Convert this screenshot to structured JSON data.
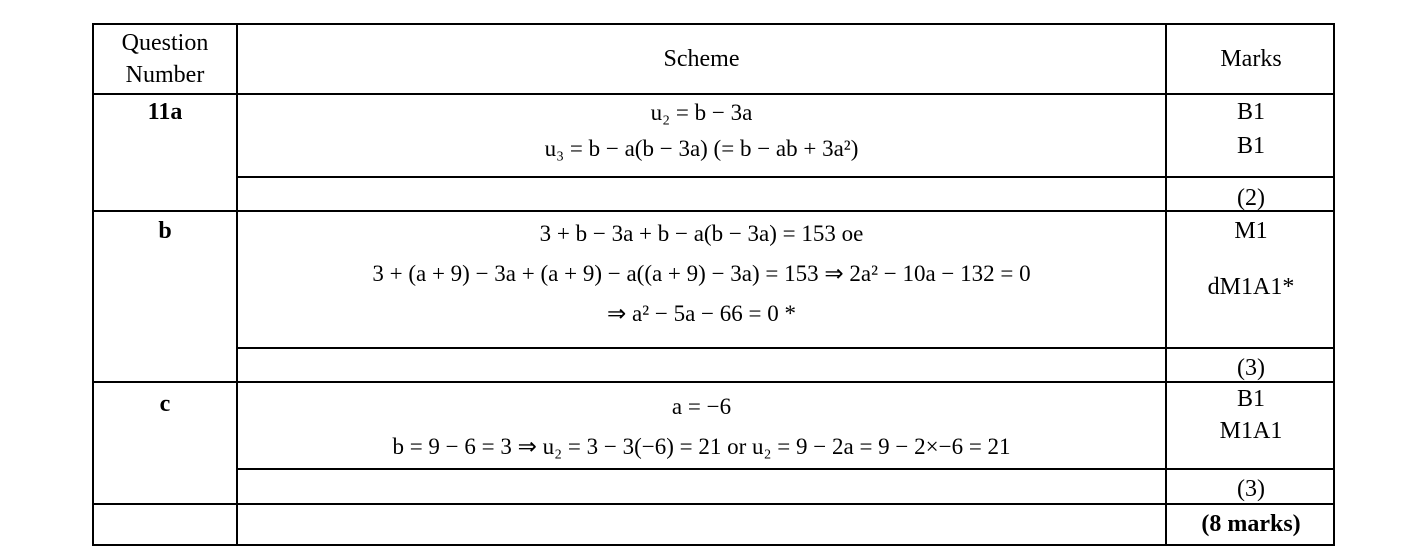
{
  "header": {
    "question_number": [
      "Question",
      "Number"
    ],
    "scheme": "Scheme",
    "marks": "Marks"
  },
  "rows": [
    {
      "question": "11a",
      "scheme": [
        "u₂ = b − 3a",
        "u₃ = b − a(b − 3a)    (= b − ab + 3a²)"
      ],
      "marks": [
        "B1",
        "B1"
      ],
      "total": "(2)"
    },
    {
      "question": "b",
      "scheme": [
        "3 + b − 3a + b − a(b − 3a) = 153  oe",
        "3 + (a + 9) − 3a + (a + 9) − a((a + 9) − 3a) = 153 ⇒ 2a² − 10a − 132 = 0",
        "⇒ a² − 5a − 66 = 0   *"
      ],
      "marks": [
        "M1",
        "dM1A1*"
      ],
      "total": "(3)"
    },
    {
      "question": "c",
      "scheme": [
        "a = −6",
        "b = 9 − 6 = 3 ⇒ u₂ = 3 − 3(−6) = 21  or  u₂ = 9 − 2a = 9 − 2×−6 = 21"
      ],
      "marks": [
        "B1",
        "M1A1"
      ],
      "total": "(3)"
    }
  ],
  "grand_total": "(8 marks)"
}
